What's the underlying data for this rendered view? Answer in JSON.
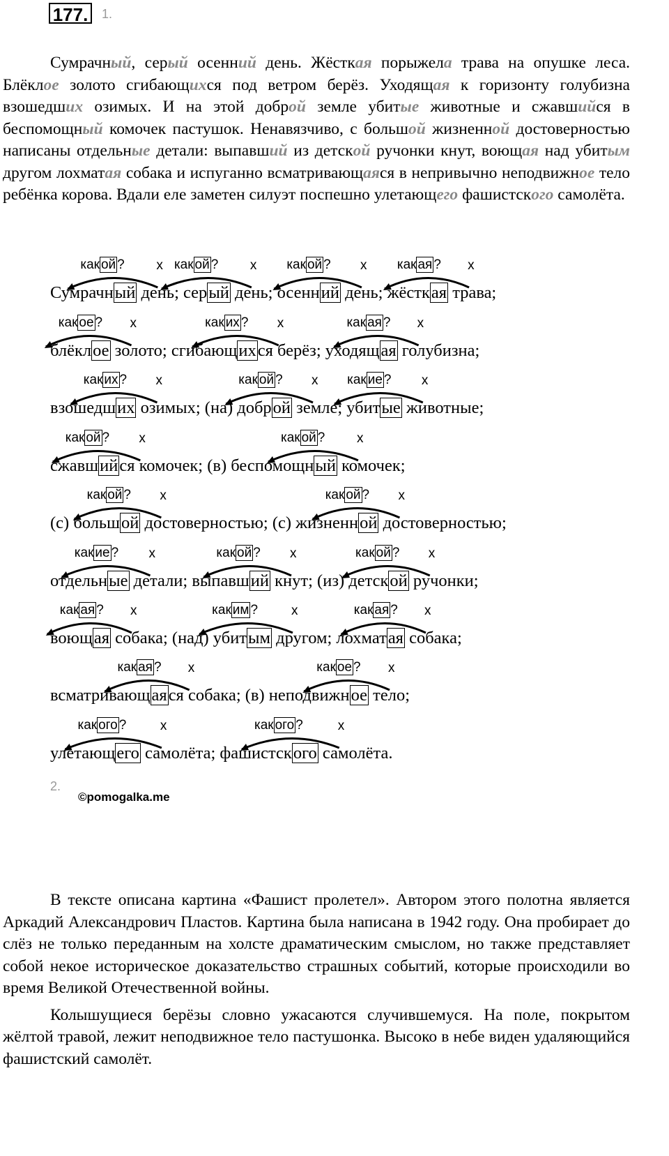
{
  "header": {
    "exercise_number": "177.",
    "task1": "1.",
    "task2": "2.",
    "copyright": "©pomogalka.me"
  },
  "text1": [
    [
      [
        "Сумрачн",
        0
      ],
      [
        "ый",
        1
      ],
      [
        ", сер",
        0
      ],
      [
        "ый",
        1
      ],
      [
        " осенн",
        0
      ],
      [
        "ий",
        1
      ],
      [
        " день. Жёстк",
        0
      ],
      [
        "ая",
        1
      ],
      [
        " порыжел",
        0
      ],
      [
        "а",
        1
      ],
      [
        " трава на опушке леса. Блёкл",
        0
      ],
      [
        "ое",
        1
      ],
      [
        " золото сгибающ",
        0
      ],
      [
        "их",
        1
      ],
      [
        "ся под ветром берёз. Уходящ",
        0
      ],
      [
        "ая",
        1
      ],
      [
        " к горизонту голубизна взошедш",
        0
      ],
      [
        "их",
        1
      ],
      [
        " озимых. И на этой добр",
        0
      ],
      [
        "ой",
        1
      ],
      [
        " земле убит",
        0
      ],
      [
        "ые",
        1
      ],
      [
        " животные и сжавш",
        0
      ],
      [
        "ий",
        1
      ],
      [
        "ся в беспомощн",
        0
      ],
      [
        "ый",
        1
      ],
      [
        " комочек пастушок. Ненавязчиво, с больш",
        0
      ],
      [
        "ой",
        1
      ],
      [
        " жизненн",
        0
      ],
      [
        "ой",
        1
      ],
      [
        " достоверностью написаны отдельн",
        0
      ],
      [
        "ые",
        1
      ],
      [
        " детали: выпавш",
        0
      ],
      [
        "ий",
        1
      ],
      [
        " из детск",
        0
      ],
      [
        "ой",
        1
      ],
      [
        " ручонки кнут, воющ",
        0
      ],
      [
        "ая",
        1
      ],
      [
        " над убит",
        0
      ],
      [
        "ым",
        1
      ],
      [
        " другом лохмат",
        0
      ],
      [
        "ая",
        1
      ],
      [
        " собака и испуганно всматривающ",
        0
      ],
      [
        "ая",
        1
      ],
      [
        "ся в непривычно неподвижн",
        0
      ],
      [
        "ое",
        1
      ],
      [
        " тело ребёнка корова. Вдали еле заметен силуэт поспешно улетающ",
        0
      ],
      [
        "его",
        1
      ],
      [
        " фашистск",
        0
      ],
      [
        "ого",
        1
      ],
      [
        " самолёта.",
        0
      ]
    ]
  ],
  "lines": [
    {
      "parts": [
        [
          "Сумрачн",
          0
        ],
        [
          "ый",
          1
        ],
        [
          " день; сер",
          0
        ],
        [
          "ый",
          1
        ],
        [
          " день; осенн",
          0
        ],
        [
          "ий",
          1
        ],
        [
          " день; жёстк",
          0
        ],
        [
          "ая",
          1
        ],
        [
          " трава;",
          0
        ]
      ],
      "q": [
        [
          "как",
          "ой",
          "?"
        ],
        [
          "как",
          "ой",
          "?"
        ],
        [
          "как",
          "ой",
          "?"
        ],
        [
          "как",
          "ая",
          "?"
        ]
      ]
    },
    {
      "parts": [
        [
          "блёкл",
          0
        ],
        [
          "ое",
          1
        ],
        [
          " золото; сгибающ",
          0
        ],
        [
          "их",
          1
        ],
        [
          "ся берёз; уходящ",
          0
        ],
        [
          "ая",
          1
        ],
        [
          " голубизна;",
          0
        ]
      ],
      "q": [
        [
          "как",
          "ое",
          "?"
        ],
        [
          "как",
          "их",
          "?"
        ],
        [
          "как",
          "ая",
          "?"
        ]
      ]
    },
    {
      "parts": [
        [
          "взошедш",
          0
        ],
        [
          "их",
          1
        ],
        [
          " озимых; (на) добр",
          0
        ],
        [
          "ой",
          1
        ],
        [
          " земле; убит",
          0
        ],
        [
          "ые",
          1
        ],
        [
          " животные;",
          0
        ]
      ],
      "q": [
        [
          "как",
          "их",
          "?"
        ],
        [
          "как",
          "ой",
          "?"
        ],
        [
          "как",
          "ие",
          "?"
        ]
      ]
    },
    {
      "parts": [
        [
          "сжавш",
          0
        ],
        [
          "ий",
          1
        ],
        [
          "ся комочек; (в) беспомощн",
          0
        ],
        [
          "ый",
          1
        ],
        [
          " комочек;",
          0
        ]
      ],
      "q": [
        [
          "как",
          "ой",
          "?"
        ],
        [
          "как",
          "ой",
          "?"
        ]
      ]
    },
    {
      "parts": [
        [
          "(с) больш",
          0
        ],
        [
          "ой",
          1
        ],
        [
          " достоверностью; (с) жизненн",
          0
        ],
        [
          "ой",
          1
        ],
        [
          " достоверностью;",
          0
        ]
      ],
      "q": [
        [
          "как",
          "ой",
          "?"
        ],
        [
          "как",
          "ой",
          "?"
        ]
      ]
    },
    {
      "parts": [
        [
          "отдельн",
          0
        ],
        [
          "ые",
          1
        ],
        [
          " детали; выпавш",
          0
        ],
        [
          "ий",
          1
        ],
        [
          " кнут; (из) детск",
          0
        ],
        [
          "ой",
          1
        ],
        [
          " ручонки;",
          0
        ]
      ],
      "q": [
        [
          "как",
          "ие",
          "?"
        ],
        [
          "как",
          "ой",
          "?"
        ],
        [
          "как",
          "ой",
          "?"
        ]
      ]
    },
    {
      "parts": [
        [
          "воющ",
          0
        ],
        [
          "ая",
          1
        ],
        [
          " собака; (над) убит",
          0
        ],
        [
          "ым",
          1
        ],
        [
          " другом; лохмат",
          0
        ],
        [
          "ая",
          1
        ],
        [
          " собака;",
          0
        ]
      ],
      "q": [
        [
          "как",
          "ая",
          "?"
        ],
        [
          "как",
          "им",
          "?"
        ],
        [
          "как",
          "ая",
          "?"
        ]
      ]
    },
    {
      "parts": [
        [
          "всматривающ",
          0
        ],
        [
          "ая",
          1
        ],
        [
          "ся собака; (в) неподвижн",
          0
        ],
        [
          "ое",
          1
        ],
        [
          " тело;",
          0
        ]
      ],
      "q": [
        [
          "как",
          "ая",
          "?"
        ],
        [
          "как",
          "ое",
          "?"
        ]
      ]
    },
    {
      "parts": [
        [
          "улетающ",
          0
        ],
        [
          "его",
          1
        ],
        [
          " самолёта; фашистск",
          0
        ],
        [
          "ого",
          1
        ],
        [
          " самолёта.",
          0
        ]
      ],
      "q": [
        [
          "как",
          "ого",
          "?"
        ],
        [
          "как",
          "ого",
          "?"
        ]
      ]
    }
  ],
  "text2": [
    "В тексте описана картина «Фашист пролетел». Автором этого полотна является Аркадий Александрович Пластов. Картина была написана в 1942 году. Она пробирает до слёз не только переданным на холсте драматическим смыслом, но также представляет собой некое историческое доказательство страшных событий, которые происходили во время Великой Отечественной войны.",
    "Колышущиеся берёзы словно ужасаются случившемуся. На поле, покрытом жёлтой травой, лежит неподвижное тело пастушонка. Высоко в небе виден удаляющийся фашистский самолёт."
  ],
  "x_mark": "x"
}
